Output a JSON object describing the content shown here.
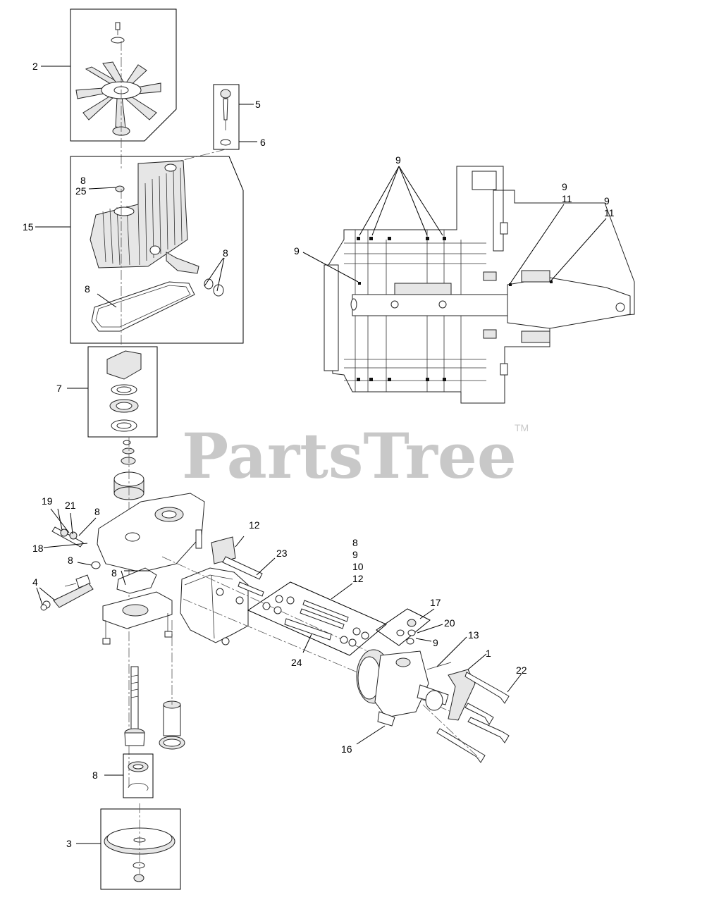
{
  "watermark": {
    "text": "PartsTree",
    "trademark": "TM"
  },
  "callouts": {
    "c2": "2",
    "c5": "5",
    "c6": "6",
    "c8a": "8",
    "c25": "25",
    "c15": "15",
    "c8b": "8",
    "c8c": "8",
    "c7": "7",
    "c19": "19",
    "c21": "21",
    "c8d": "8",
    "c18": "18",
    "c8e": "8",
    "c4": "4",
    "c8f": "8",
    "c12a": "12",
    "c23": "23",
    "g8": "8",
    "g9": "9",
    "g10": "10",
    "g12": "12",
    "c17": "17",
    "c20": "20",
    "c9a": "9",
    "c13": "13",
    "c1": "1",
    "c22": "22",
    "c24": "24",
    "c16": "16",
    "c8g": "8",
    "c3": "3",
    "s9top": "9",
    "s9left": "9",
    "s9b": "9",
    "s11b": "11",
    "s9c": "9",
    "s11c": "11"
  }
}
